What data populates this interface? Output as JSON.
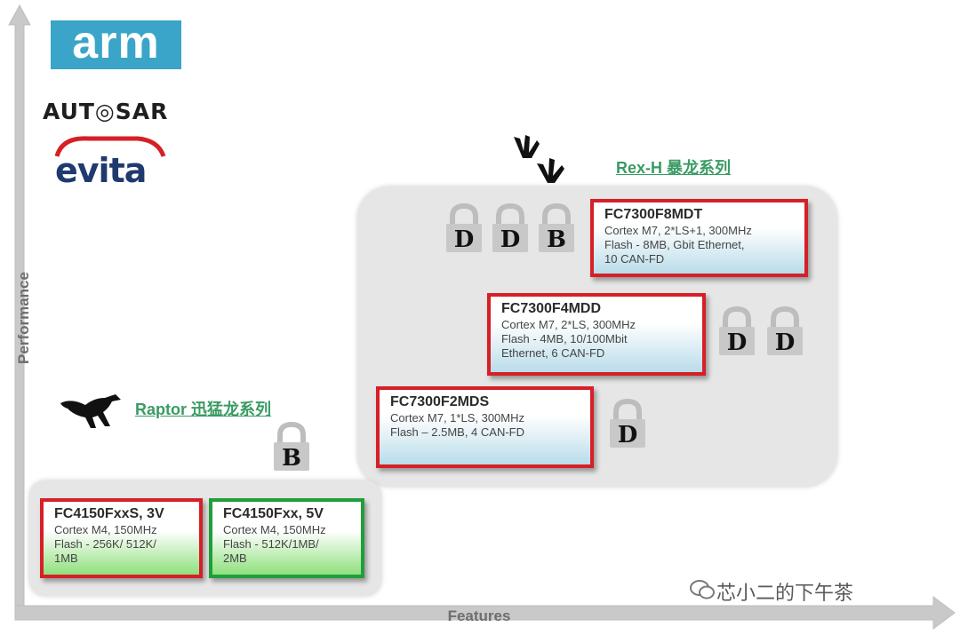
{
  "axes": {
    "y_label": "Performance",
    "x_label": "Features"
  },
  "logos": {
    "arm": "arm",
    "autosar": "AUT◎SAR",
    "evita": "evita"
  },
  "rex": {
    "title": "Rex-H 暴龙系列",
    "icon": "dinosaur-footprints-icon",
    "chips": [
      {
        "part": "FC7300F8MDT",
        "desc": "Cortex M7, 2*LS+1, 300MHz\nFlash - 8MB, Gbit Ethernet,\n10 CAN-FD"
      },
      {
        "part": "FC7300F4MDD",
        "desc": "Cortex M7, 2*LS, 300MHz\nFlash - 4MB, 10/100Mbit\nEthernet,  6 CAN-FD"
      },
      {
        "part": "FC7300F2MDS",
        "desc": "Cortex M7, 1*LS, 300MHz\nFlash – 2.5MB, 4 CAN-FD"
      }
    ],
    "locks": [
      "D",
      "D",
      "B",
      "D",
      "D",
      "D"
    ]
  },
  "raptor": {
    "title": "Raptor 迅猛龙系列",
    "icon": "raptor-dinosaur-icon",
    "chips": [
      {
        "part": "FC4150FxxS, 3V",
        "desc": "Cortex M4, 150MHz\nFlash - 256K/ 512K/\n1MB"
      },
      {
        "part": "FC4150Fxx, 5V",
        "desc": "Cortex M4, 150MHz\nFlash - 512K/1MB/\n2MB"
      }
    ],
    "locks": [
      "B"
    ]
  },
  "watermark": "芯小二的下午茶",
  "colors": {
    "red_border": "#d61f26",
    "green_border": "#1f9e3a",
    "series_title": "#3a9b64",
    "arm_blue": "#3aa5c8"
  }
}
